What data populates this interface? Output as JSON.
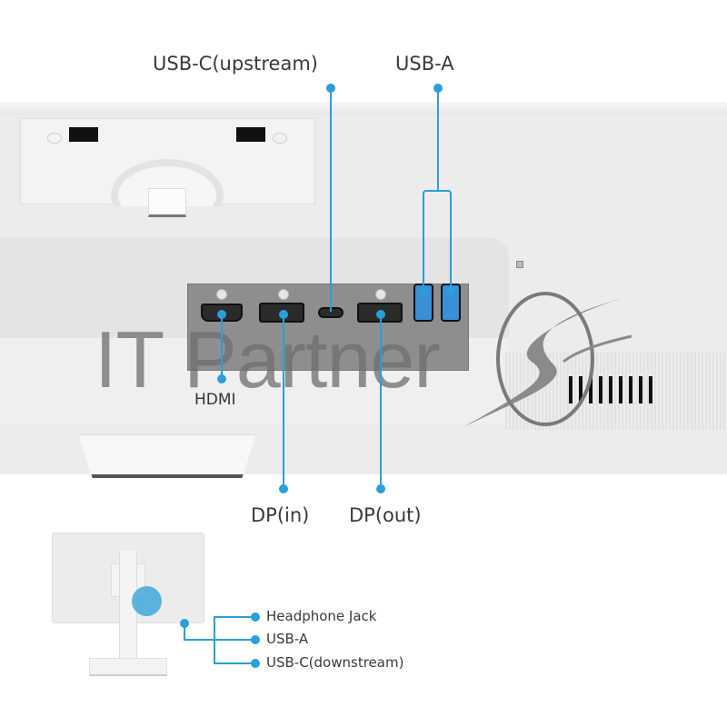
{
  "top_labels": {
    "usb_c_upstream": "USB-C(upstream)",
    "usb_a": "USB-A"
  },
  "port_labels": {
    "hdmi": "HDMI",
    "dp_in": "DP(in)",
    "dp_out": "DP(out)"
  },
  "watermark": "IT Partner",
  "side_ports": {
    "items": [
      "Headphone Jack",
      "USB-A",
      "USB-C(downstream)"
    ]
  },
  "colors": {
    "accent": "#2a9fd8",
    "usb_blue": "#3a8fd6",
    "panel_gray": "#8e8e8e",
    "text": "#3a3a3a"
  }
}
